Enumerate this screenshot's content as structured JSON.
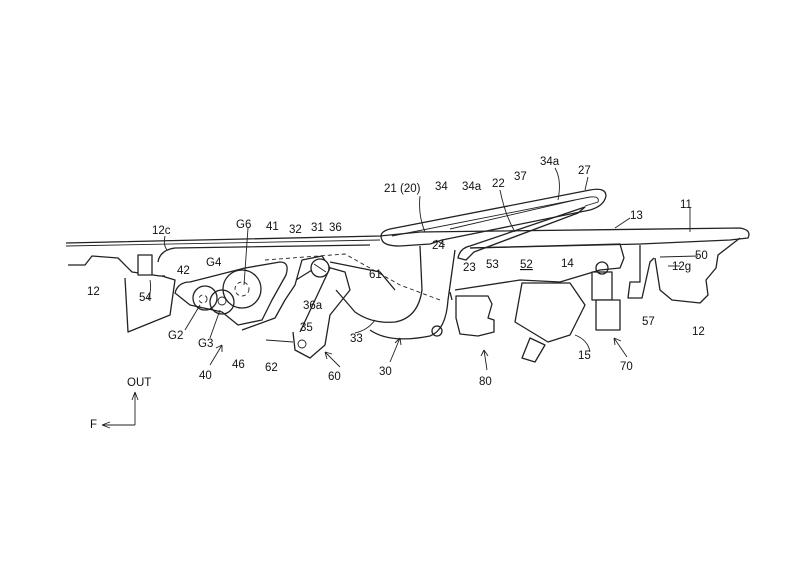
{
  "figure": {
    "labels": {
      "l11": "11",
      "l13": "13",
      "l27": "27",
      "l34a_1": "34a",
      "l37": "37",
      "l22": "22",
      "l34a_2": "34a",
      "l34": "34",
      "l21": "21 (20)",
      "l24": "24",
      "l50": "50",
      "l12g": "12g",
      "l23": "23",
      "l53": "53",
      "l52": "52",
      "l14": "14",
      "l57": "57",
      "l12_right": "12",
      "l15": "15",
      "l70": "70",
      "l80": "80",
      "l30": "30",
      "l60": "60",
      "l62": "62",
      "l46": "46",
      "l40": "40",
      "lG2": "G2",
      "lG3": "G3",
      "l33": "33",
      "l35": "35",
      "l36a": "36a",
      "l61": "61",
      "lG6": "G6",
      "l41": "41",
      "l32": "32",
      "l31": "31",
      "l36": "36",
      "l12c": "12c",
      "lG4": "G4",
      "l42": "42",
      "l12_left": "12",
      "l54": "54"
    },
    "direction": {
      "up_label": "OUT",
      "left_label": "F"
    }
  }
}
